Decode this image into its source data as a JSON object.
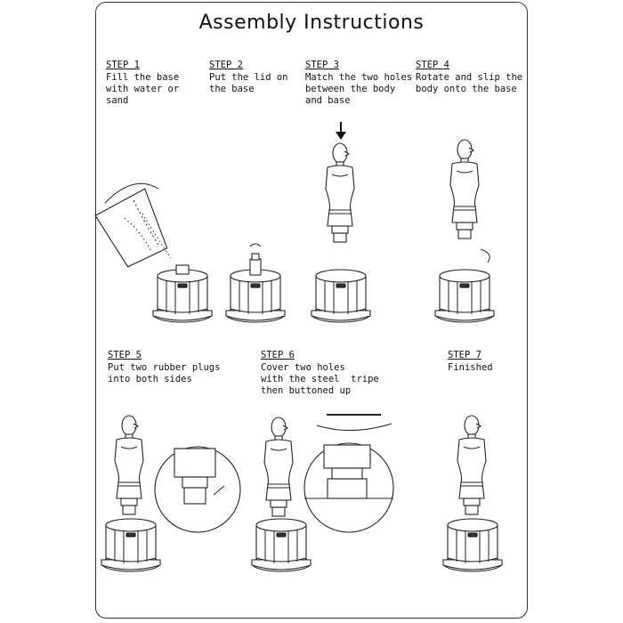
{
  "title": "Assembly Instructions",
  "steps": [
    {
      "label": "STEP 1",
      "lines": [
        "Fill the base",
        "with water or",
        "sand"
      ]
    },
    {
      "label": "STEP 2",
      "lines": [
        "Put the lid on",
        "the base"
      ]
    },
    {
      "label": "STEP 3",
      "lines": [
        "Match the two holes",
        "between the body",
        "and base"
      ]
    },
    {
      "label": "STEP 4",
      "lines": [
        "Rotate and slip the",
        "body onto the base"
      ]
    },
    {
      "label": "STEP 5",
      "lines": [
        "Put two rubber plugs",
        "into both sides"
      ]
    },
    {
      "label": "STEP 6",
      "lines": [
        "Cover two holes",
        "with the steel  tripe",
        "then buttoned up"
      ]
    },
    {
      "label": "STEP 7",
      "lines": [
        "Finished"
      ]
    }
  ]
}
